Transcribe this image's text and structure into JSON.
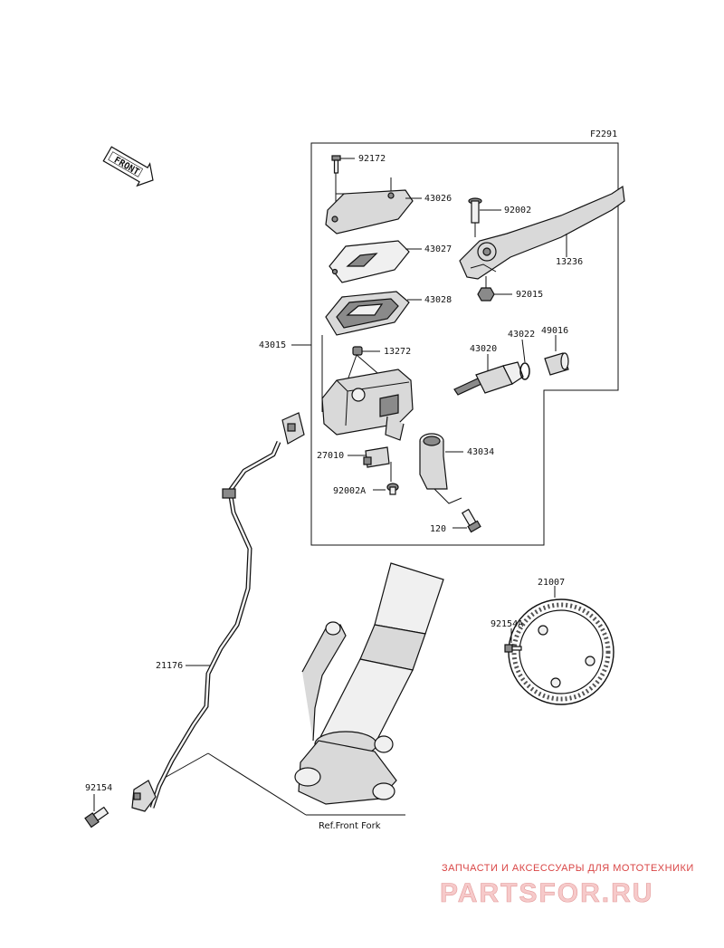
{
  "diagram": {
    "figure_code": "F2291",
    "direction_label": "FRONT",
    "reference_label": "Ref.Front Fork",
    "parts": {
      "p92172": "92172",
      "p43026": "43026",
      "p43027": "43027",
      "p43028": "43028",
      "p43015": "43015",
      "p13272": "13272",
      "p27010": "27010",
      "p92002A": "92002A",
      "p120": "120",
      "p43034": "43034",
      "p43020": "43020",
      "p43022": "43022",
      "p49016": "49016",
      "p92002": "92002",
      "p13236": "13236",
      "p92015": "92015",
      "p21007": "21007",
      "p92154A": "92154A",
      "p21176": "21176",
      "p92154": "92154"
    }
  },
  "watermark": {
    "caption": "ЗАПЧАСТИ И АКСЕССУАРЫ ДЛЯ МОТОТЕХНИКИ",
    "brand": "PARTSFOR.RU"
  }
}
